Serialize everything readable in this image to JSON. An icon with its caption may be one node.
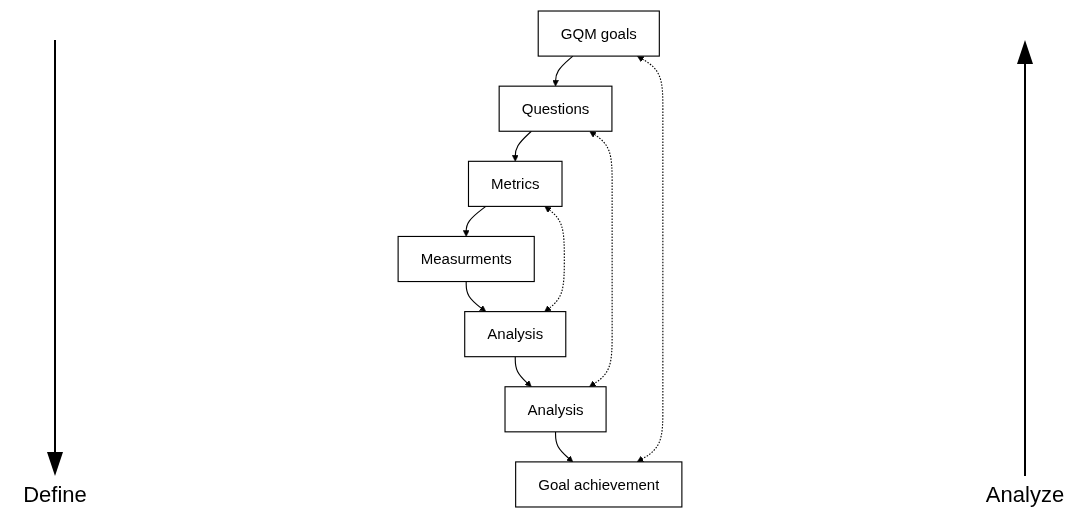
{
  "diagram": {
    "nodes": [
      {
        "text": [
          "GQM goals"
        ]
      },
      {
        "text": [
          "Questions"
        ]
      },
      {
        "text": [
          "Metrics"
        ]
      },
      {
        "text": [
          "Measurments"
        ]
      },
      {
        "text": [
          "Analysis"
        ]
      },
      {
        "text": [
          "Analysis"
        ]
      },
      {
        "text": [
          "Goal achievement"
        ]
      }
    ],
    "edges": [
      {
        "from": 0,
        "to": 1,
        "arrow": "to"
      },
      {
        "from": 1,
        "to": 2,
        "arrow": "to"
      },
      {
        "from": 2,
        "to": 3,
        "arrow": "to"
      },
      {
        "from": 3,
        "to": 4,
        "arrow": "to"
      },
      {
        "from": 4,
        "to": 5,
        "arrow": "to"
      },
      {
        "from": 5,
        "to": 6,
        "arrow": "to"
      },
      {
        "from": 0,
        "to": 6,
        "arrow": "both",
        "style": "dashed"
      },
      {
        "from": 1,
        "to": 5,
        "arrow": "both",
        "style": "dashed"
      },
      {
        "from": 2,
        "to": 4,
        "arrow": "both",
        "style": "dashed"
      }
    ],
    "labels": [
      "Define",
      "Analyze"
    ]
  }
}
